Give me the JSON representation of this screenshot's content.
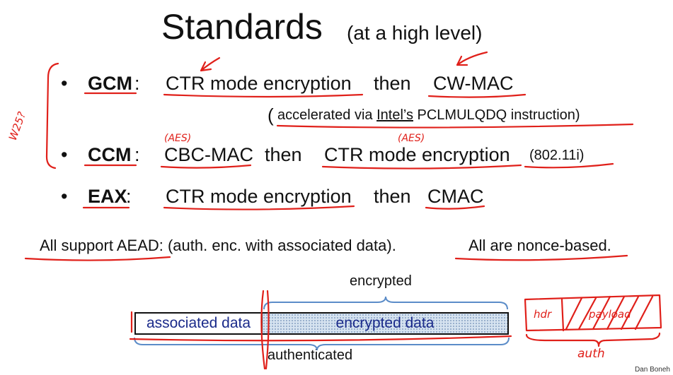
{
  "slide": {
    "title": "Standards",
    "subtitle": "(at a high level)",
    "footer": "Dan Boneh"
  },
  "bullets": [
    {
      "marker": "•",
      "name": "GCM",
      "colon": ":",
      "part1": "CTR mode encryption",
      "then": "then",
      "part2": "CW-MAC"
    },
    {
      "marker": "•",
      "name": "CCM",
      "colon": ":",
      "part1": "CBC-MAC",
      "then": "then",
      "part2": "CTR mode encryption",
      "note": "(802.11i)"
    },
    {
      "marker": "•",
      "name": "EAX",
      "colon": ":",
      "part1": "CTR mode encryption",
      "then": "then",
      "part2": "CMAC"
    }
  ],
  "gcm_note": {
    "paren_open": "(",
    "prefix": "accelerated via ",
    "intel": "Intel’s",
    "rest": " PCLMULQDQ instruction)"
  },
  "aead": {
    "left": "All support AEAD:  (auth. enc. with associated data).",
    "right": "All are nonce-based."
  },
  "diagram": {
    "encrypted_label": "encrypted",
    "associated_data": "associated data",
    "encrypted_data": "encrypted data",
    "authenticated_label": "authenticated"
  },
  "annotations": {
    "bracket_label": "W25?",
    "ccm_aes_1": "(AES)",
    "ccm_aes_2": "(AES)",
    "packet_hdr": "hdr",
    "packet_payload": "payload",
    "packet_auth": "auth"
  },
  "colors": {
    "ink": "#e0201a",
    "box_text": "#1a2a8a",
    "encrypted_fill": "#d6e3f0",
    "brace": "#5b8cc8"
  }
}
